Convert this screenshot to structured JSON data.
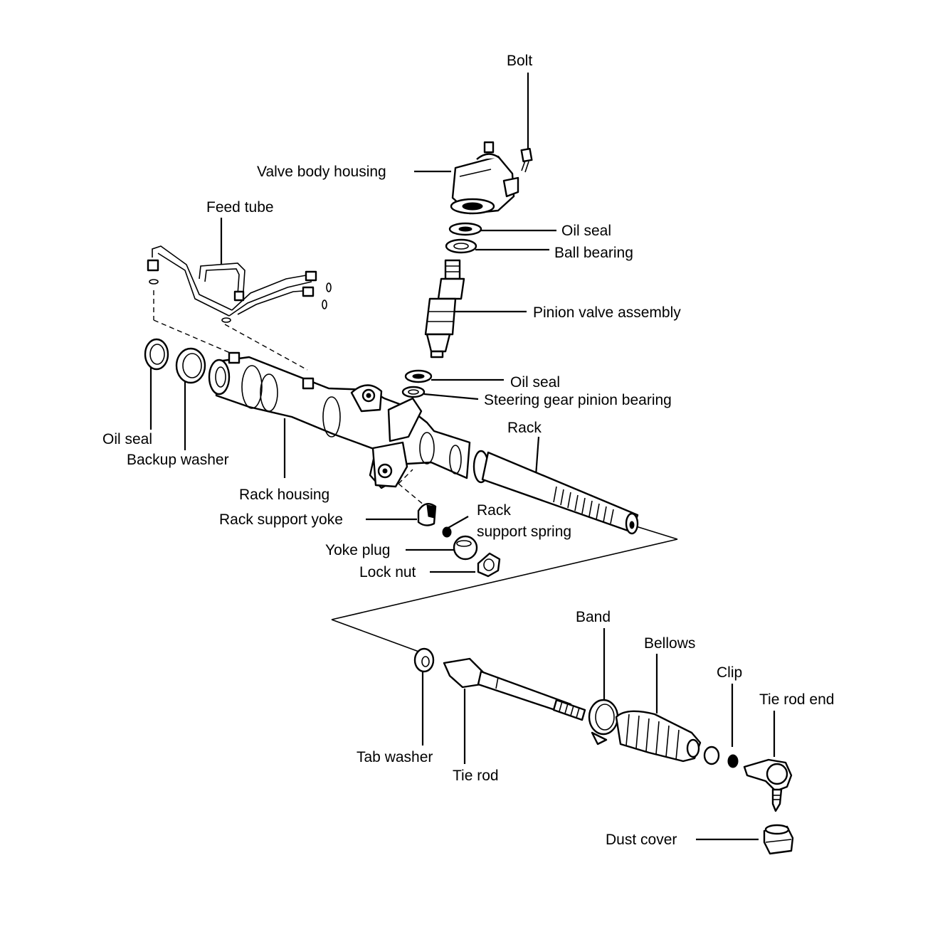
{
  "labels": {
    "bolt": "Bolt",
    "valve_body_housing": "Valve body housing",
    "feed_tube": "Feed tube",
    "oil_seal_top": "Oil seal",
    "ball_bearing": "Ball bearing",
    "pinion_valve_assembly": "Pinion valve assembly",
    "oil_seal_mid": "Oil seal",
    "steering_gear_pinion_bearing": "Steering gear pinion bearing",
    "rack": "Rack",
    "oil_seal_left": "Oil seal",
    "backup_washer": "Backup washer",
    "rack_housing": "Rack housing",
    "rack_support_yoke": "Rack support yoke",
    "rack_support_spring_1": "Rack",
    "rack_support_spring_2": "support spring",
    "yoke_plug": "Yoke plug",
    "lock_nut": "Lock nut",
    "band": "Band",
    "bellows": "Bellows",
    "clip": "Clip",
    "tie_rod_end": "Tie rod end",
    "tab_washer": "Tab washer",
    "tie_rod": "Tie rod",
    "dust_cover": "Dust cover"
  }
}
